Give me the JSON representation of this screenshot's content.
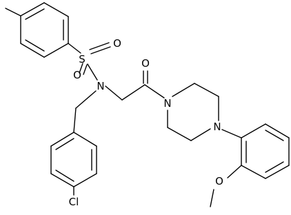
{
  "atoms": {
    "S": "S",
    "O1": "O",
    "O2": "O",
    "N1": "N",
    "O3": "O",
    "N2": "N",
    "N3": "N",
    "Cl": "Cl",
    "O4": "O"
  }
}
